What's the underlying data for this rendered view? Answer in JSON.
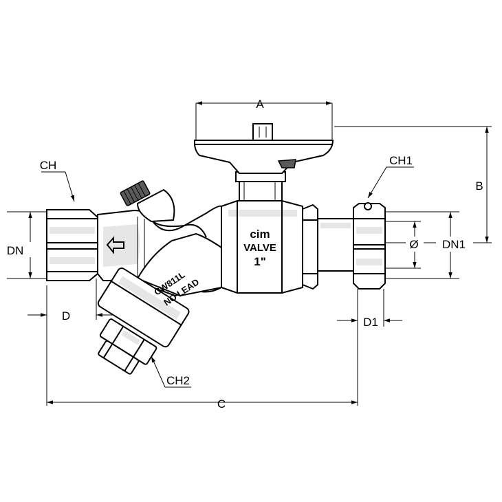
{
  "dimensions": {
    "A": "A",
    "B": "B",
    "C": "C",
    "D": "D",
    "D1": "D1",
    "DN": "DN",
    "DN1": "DN1",
    "diameter": "Ø",
    "CH": "CH",
    "CH1": "CH1",
    "CH2": "CH2"
  },
  "markings": {
    "brand": "cim",
    "valve": "VALVE",
    "size": "1\"",
    "model": "CW811L",
    "no_lead": "NO LEAD"
  },
  "colors": {
    "line": "#000000",
    "background": "#ffffff",
    "shade": "#e6e6e6",
    "dark_part": "#5a5a5a"
  },
  "icons": {
    "flow_arrow": "arrow-left-icon"
  }
}
